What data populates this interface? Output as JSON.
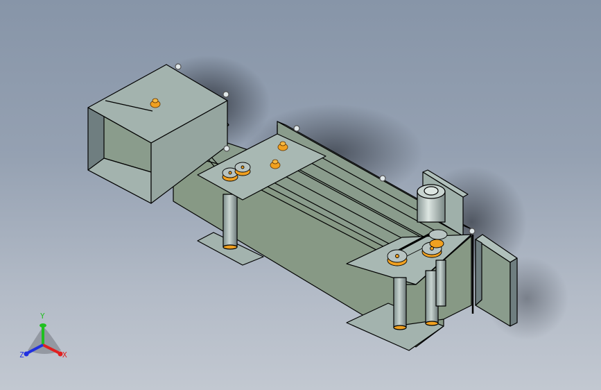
{
  "viewport": {
    "background_top": "#8795a8",
    "background_bottom": "#c2c8d1",
    "model": {
      "name": "conveyor-trough-assembly",
      "face_color": "#9fb0aa",
      "inner_face_color": "#8a9c8c",
      "dark_face_color": "#6f7e80",
      "edge_color": "#000000",
      "fastener_color": "#f0a020",
      "components": [
        "inlet-hopper",
        "trough-body",
        "top-plate-left",
        "top-plate-right",
        "drive-motor",
        "belt-pulleys",
        "support-columns",
        "base-plates",
        "outlet-chute",
        "motor-mount-plate"
      ]
    }
  },
  "triad": {
    "x_label": "X",
    "y_label": "Y",
    "z_label": "Z",
    "x_color": "#e02020",
    "y_color": "#20c020",
    "z_color": "#2030e0"
  }
}
